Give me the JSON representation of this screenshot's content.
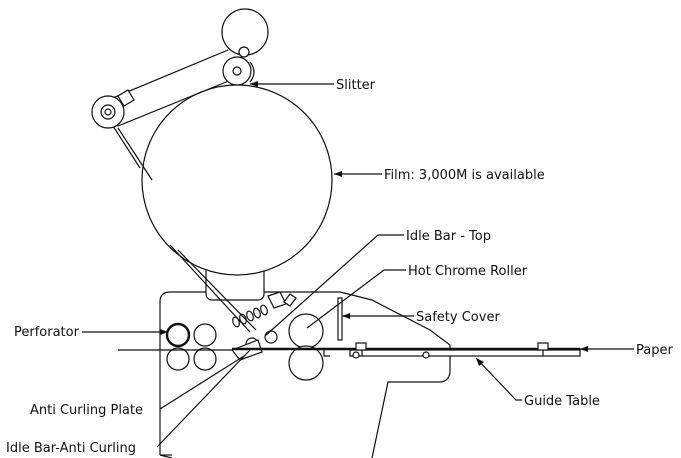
{
  "labels": {
    "slitter": "Slitter",
    "film": "Film: 3,000M is available",
    "idle_bar_top": "Idle Bar - Top",
    "hot_chrome_roller": "Hot Chrome Roller",
    "safety_cover": "Safety Cover",
    "perforator": "Perforator",
    "paper": "Paper",
    "guide_table": "Guide Table",
    "anti_curling_plate": "Anti Curling Plate",
    "idle_bar_anti_curling": "Idle Bar-Anti Curling"
  },
  "colors": {
    "line": "#111111",
    "background": "#ffffff"
  }
}
